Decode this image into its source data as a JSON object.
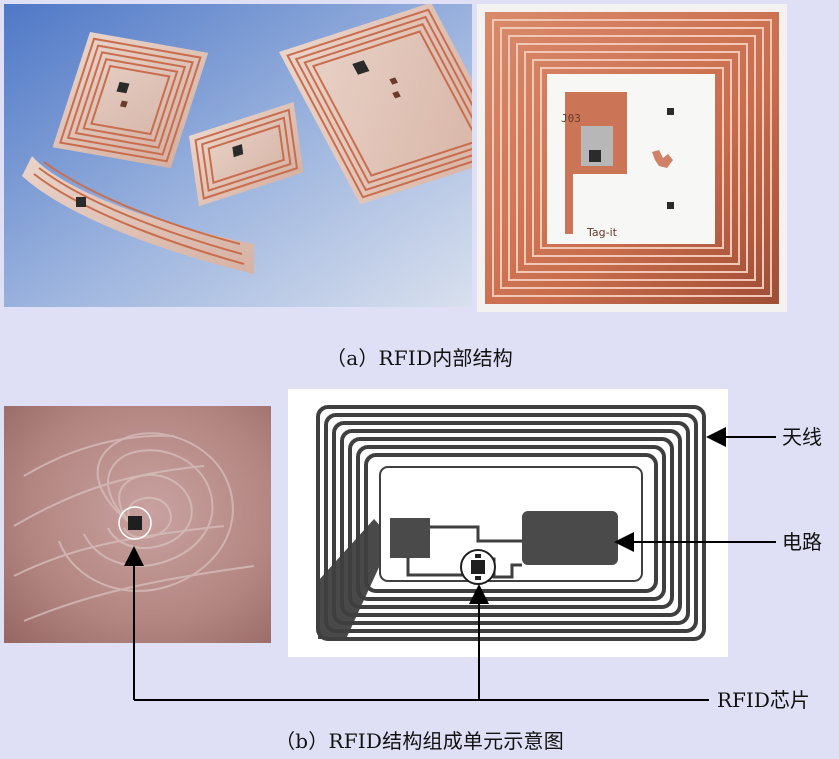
{
  "captions": {
    "a": "（a）RFID内部结构",
    "b": "（b）RFID结构组成单元示意图"
  },
  "labels": {
    "antenna": "天线",
    "circuit": "电路",
    "chip": "RFID芯片"
  },
  "photo_labels": {
    "tag_it": "Tag-it",
    "code": "J03"
  },
  "colors": {
    "background": "#dfe0f6",
    "copper": "#c96d4d",
    "copper_light": "#e7b39a",
    "photo_sky": "#8aa3d1",
    "finger": "#b98a84",
    "diagram_ink": "#3f3f3f",
    "diagram_bg": "#ffffff"
  }
}
